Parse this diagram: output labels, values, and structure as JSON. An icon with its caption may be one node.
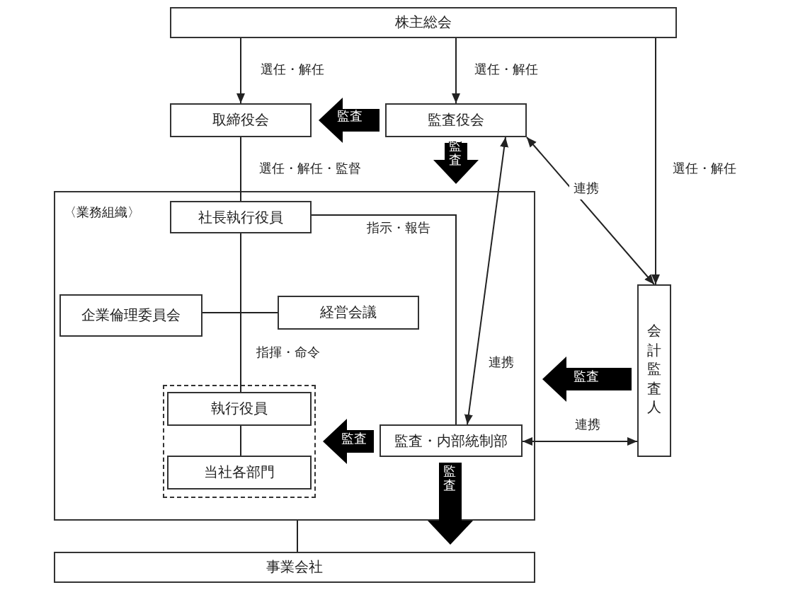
{
  "diagram": {
    "nodes": [
      {
        "text": [
          "株主総会"
        ]
      },
      {
        "text": [
          "取締役会"
        ]
      },
      {
        "text": [
          "監査役会"
        ]
      },
      {
        "text": [
          "〈業務組織〉"
        ]
      },
      {
        "text": [
          "社長執行役員"
        ],
        "in": 3
      },
      {
        "text": [
          "企業倫理委員会"
        ],
        "in": 3
      },
      {
        "text": [
          "経営会議"
        ],
        "in": 3
      },
      {
        "text": [],
        "shape": "box",
        "in": 3
      },
      {
        "text": [
          "執行役員"
        ],
        "in": 7
      },
      {
        "text": [
          "当社各部門"
        ],
        "in": 7
      },
      {
        "text": [
          "監査・内部統制部"
        ],
        "in": 3
      },
      {
        "text": [
          "会計監査人"
        ]
      },
      {
        "text": [
          "事業会社"
        ]
      }
    ],
    "edges": [
      {
        "from": 0,
        "to": 1,
        "arrow": "to",
        "label": "選任・解任"
      },
      {
        "from": 0,
        "to": 2,
        "arrow": "to",
        "label": "選任・解任"
      },
      {
        "from": 0,
        "to": 11,
        "arrow": "to",
        "label": "選任・解任"
      },
      {
        "from": 1,
        "to": 4,
        "arrow": "none",
        "label": "選任・解任・監督"
      },
      {
        "from": 4,
        "to": 8,
        "arrow": "none",
        "label": "指揮・命令"
      },
      {
        "from": 5,
        "to": 6,
        "arrow": "none"
      },
      {
        "from": 8,
        "to": 9,
        "arrow": "none"
      },
      {
        "from": 4,
        "to": 10,
        "arrow": "none",
        "label": "指示・報告"
      },
      {
        "from": 10,
        "to": 2,
        "arrow": "both",
        "label": "連携"
      },
      {
        "from": 11,
        "to": 2,
        "arrow": "both",
        "label": "連携"
      },
      {
        "from": 10,
        "to": 11,
        "arrow": "both",
        "label": "連携"
      },
      {
        "from": 3,
        "to": 12,
        "arrow": "none"
      },
      {
        "from": 2,
        "to": 1,
        "arrow": "to",
        "label": "監査",
        "style": "thick"
      },
      {
        "from": 2,
        "to": 3,
        "arrow": "to",
        "label": "監査",
        "style": "thick"
      },
      {
        "from": 11,
        "to": 3,
        "arrow": "to",
        "label": "監査",
        "style": "thick"
      },
      {
        "from": 10,
        "to": 7,
        "arrow": "to",
        "label": "監査",
        "style": "thick"
      },
      {
        "from": 10,
        "to": 12,
        "arrow": "to",
        "label": "監査",
        "style": "thick"
      }
    ]
  }
}
